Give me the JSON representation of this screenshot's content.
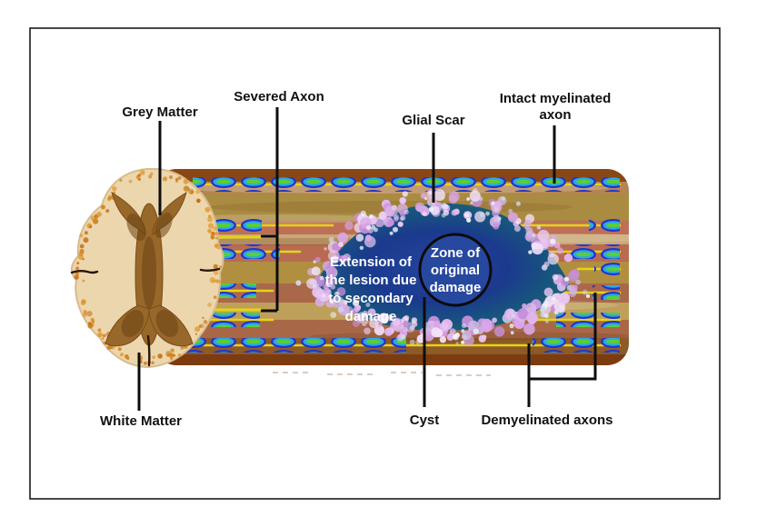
{
  "labels": {
    "grey_matter": "Grey Matter",
    "severed_axon": "Severed Axon",
    "glial_scar": "Glial Scar",
    "intact_axon": [
      "Intact myelinated",
      "axon"
    ],
    "white_matter": "White Matter",
    "cyst": "Cyst",
    "demyelinated_axons": "Demyelinated axons"
  },
  "lesion": {
    "extension_text": [
      "Extension of",
      "the lesion due",
      "to secondary",
      "damage"
    ],
    "zone_text": [
      "Zone of",
      "original",
      "damage"
    ]
  },
  "colors": {
    "lesion_core": "#24449e",
    "lesion_mid": "#1b3a8e",
    "lesion_edge": "#1f6b5e",
    "zone_fill": "#27489f",
    "scar_bubble": "#d9a6e8",
    "myelin_blue": "#2135cc",
    "myelin_cyan": "#2ea6e6",
    "myelin_core_green": "#57cf3a",
    "axon_yellow": "#e5d414",
    "grey_matter_brown": "#98672a",
    "white_matter_cream": "#ecd6ad",
    "rim_orange": "#d2851e",
    "label_text": "#111111"
  }
}
